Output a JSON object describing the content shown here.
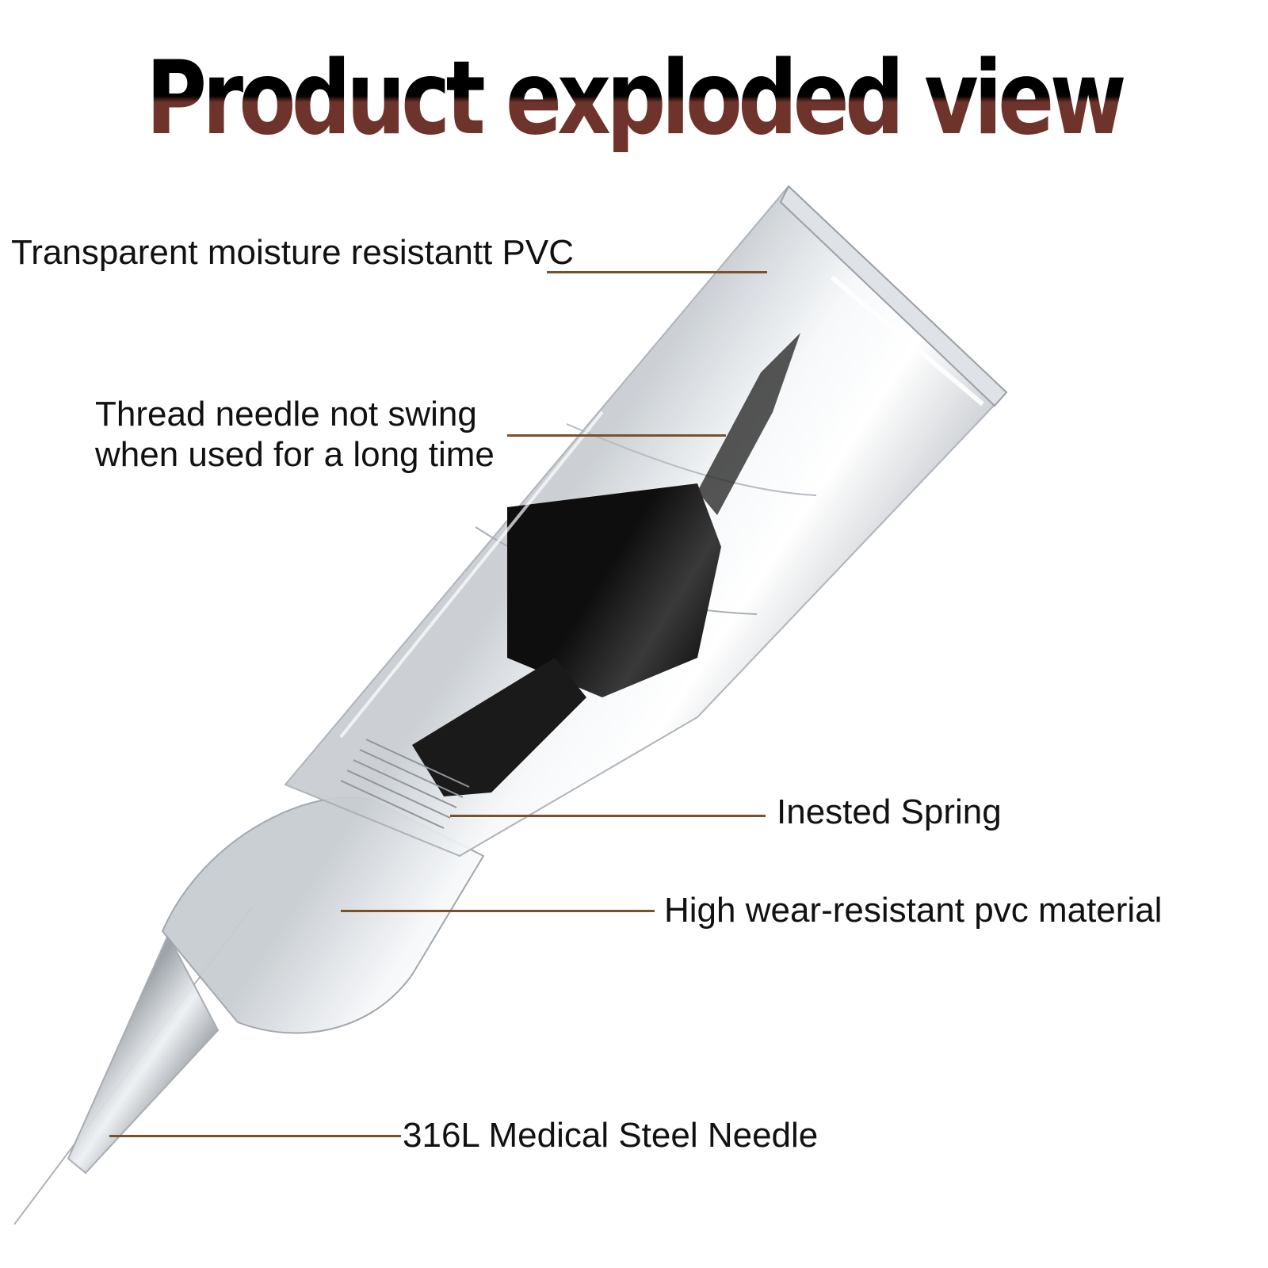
{
  "title": "Product exploded view",
  "leader_color": "#7a5128",
  "title_colors": {
    "top": "#000000",
    "bottom": "#6e332b"
  },
  "callouts": {
    "pvc_shell": "Transparent moisture resistantt PVC",
    "thread_line1": "Thread needle not swing",
    "thread_line2": "when used for a long time",
    "spring": "Inested Spring",
    "wear": "High wear-resistant pvc material",
    "needle": "316L Medical Steel Needle"
  }
}
